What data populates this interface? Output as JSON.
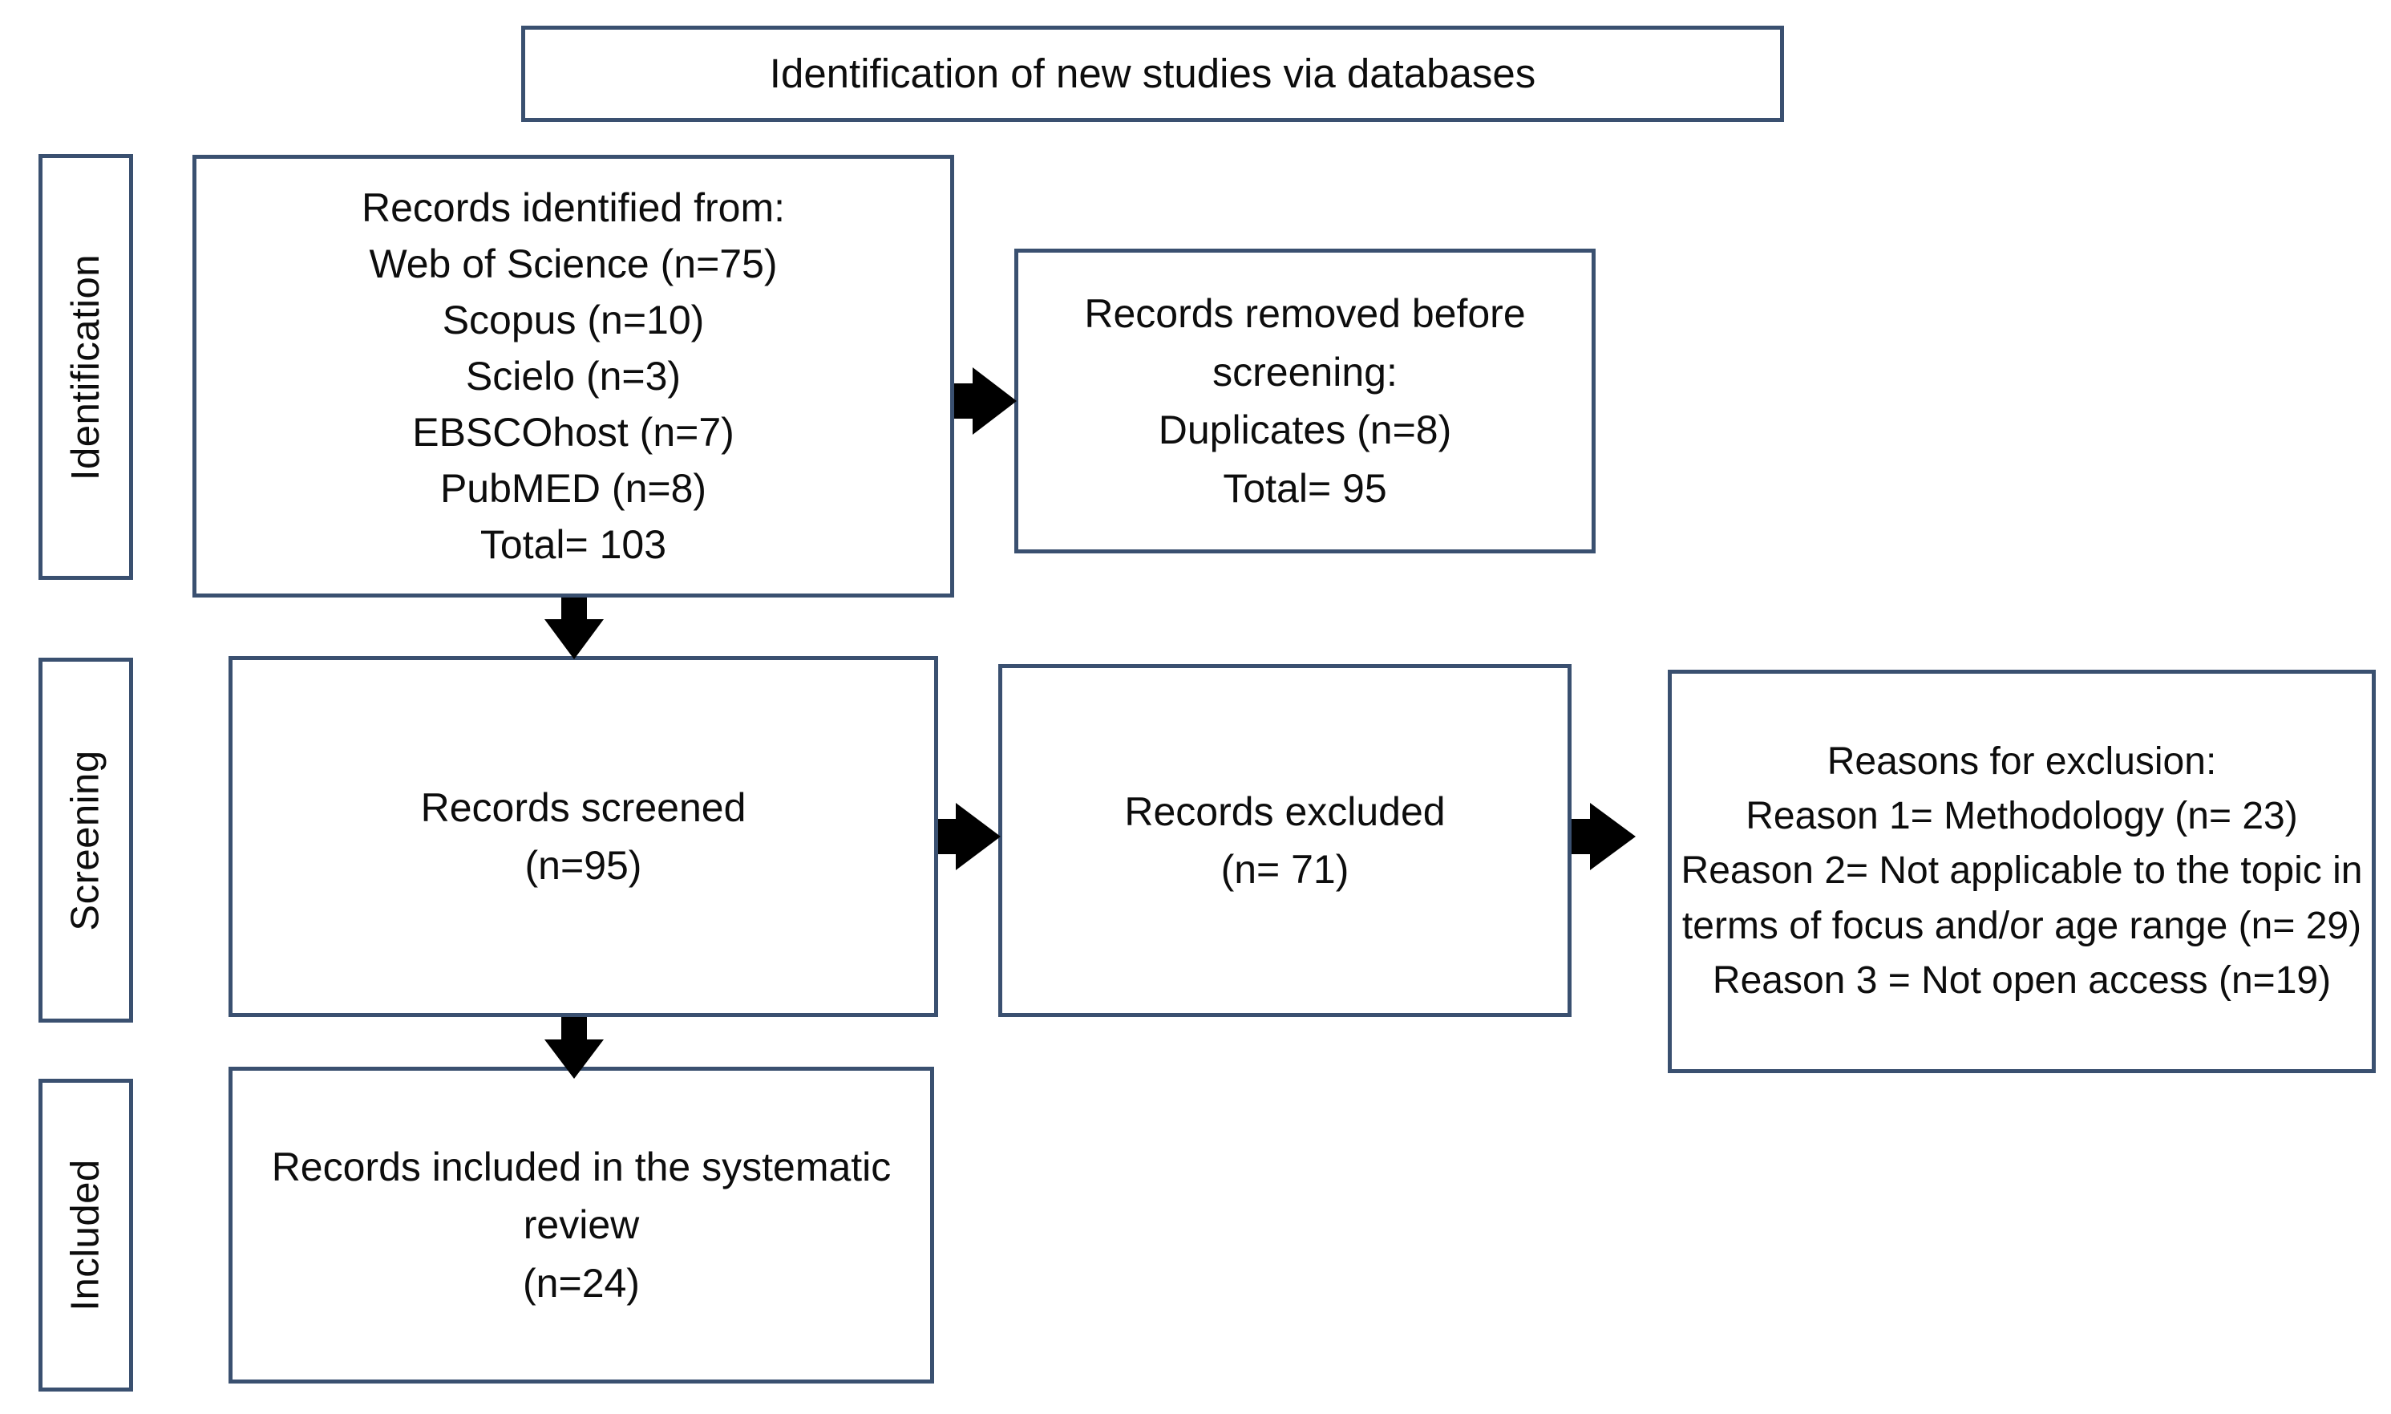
{
  "diagram": {
    "title": "Identification of new studies via databases",
    "stages": [
      {
        "id": "identification",
        "label": "Identification"
      },
      {
        "id": "screening",
        "label": "Screening"
      },
      {
        "id": "included",
        "label": "Included"
      }
    ],
    "boxes": {
      "identified": "Records identified from:\nWeb of Science (n=75)\nScopus  (n=10)\nScielo (n=3)\nEBSCOhost (n=7)\nPubMED (n=8)\nTotal= 103",
      "removed": "Records removed before screening:\nDuplicates (n=8)\nTotal= 95",
      "screened": "Records screened\n(n=95)",
      "excluded": "Records excluded\n(n= 71)",
      "reasons": "Reasons for exclusion:\nReason 1= Methodology (n= 23)\nReason 2= Not applicable to the topic in terms of focus and/or age range (n= 29)\nReason 3 = Not open access (n=19)",
      "included": "Records included in the systematic review\n(n=24)"
    },
    "records": {
      "sources": [
        {
          "name": "Web of Science",
          "n": 75
        },
        {
          "name": "Scopus",
          "n": 10
        },
        {
          "name": "Scielo",
          "n": 3
        },
        {
          "name": "EBSCOhost",
          "n": 7
        },
        {
          "name": "PubMED",
          "n": 8
        }
      ],
      "total_identified": 103,
      "duplicates_removed": 8,
      "total_after_removal": 95,
      "screened": 95,
      "excluded": 71,
      "exclusion_reasons": [
        {
          "label": "Reason 1",
          "text": "Methodology",
          "n": 23
        },
        {
          "label": "Reason 2",
          "text": "Not applicable to the topic in terms of focus and/or age range",
          "n": 29
        },
        {
          "label": "Reason 3",
          "text": "Not open access",
          "n": 19
        }
      ],
      "included_in_review": 24
    },
    "colors": {
      "border": "#3a5070",
      "text": "#0d0d0d",
      "arrow": "#000000",
      "background": "#ffffff"
    },
    "arrows": [
      {
        "id": "identified-to-removed",
        "direction": "right",
        "from": "identified",
        "to": "removed"
      },
      {
        "id": "identified-to-screened",
        "direction": "down",
        "from": "identified",
        "to": "screened"
      },
      {
        "id": "screened-to-excluded",
        "direction": "right",
        "from": "screened",
        "to": "excluded"
      },
      {
        "id": "excluded-to-reasons",
        "direction": "right",
        "from": "excluded",
        "to": "reasons"
      },
      {
        "id": "screened-to-included",
        "direction": "down",
        "from": "screened",
        "to": "included"
      }
    ]
  }
}
